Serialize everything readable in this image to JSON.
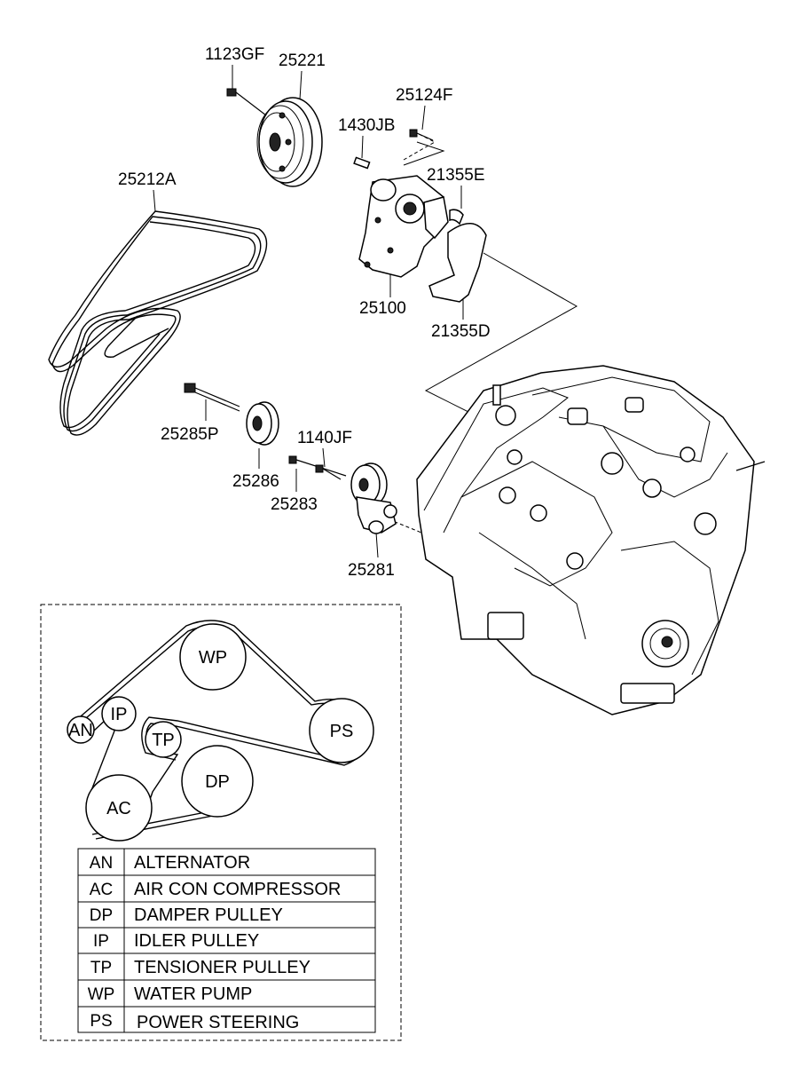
{
  "part_labels": {
    "p1123GF": "1123GF",
    "p25221": "25221",
    "p25124F": "25124F",
    "p1430JB": "1430JB",
    "p25212A": "25212A",
    "p21355E": "21355E",
    "p25100": "25100",
    "p21355D": "21355D",
    "p25285P": "25285P",
    "p1140JF": "1140JF",
    "p25286": "25286",
    "p25283": "25283",
    "p25281": "25281"
  },
  "routing": {
    "pulleys": {
      "wp": "WP",
      "an": "AN",
      "ip": "IP",
      "tp": "TP",
      "ps": "PS",
      "dp": "DP",
      "ac": "AC"
    },
    "legend": [
      {
        "code": "AN",
        "name": "ALTERNATOR"
      },
      {
        "code": "AC",
        "name": "AIR CON COMPRESSOR"
      },
      {
        "code": "DP",
        "name": "DAMPER PULLEY"
      },
      {
        "code": "IP",
        "name": "IDLER PULLEY"
      },
      {
        "code": "TP",
        "name": "TENSIONER PULLEY"
      },
      {
        "code": "WP",
        "name": "WATER PUMP"
      },
      {
        "code": "PS",
        "name": "POWER STEERING"
      }
    ]
  }
}
